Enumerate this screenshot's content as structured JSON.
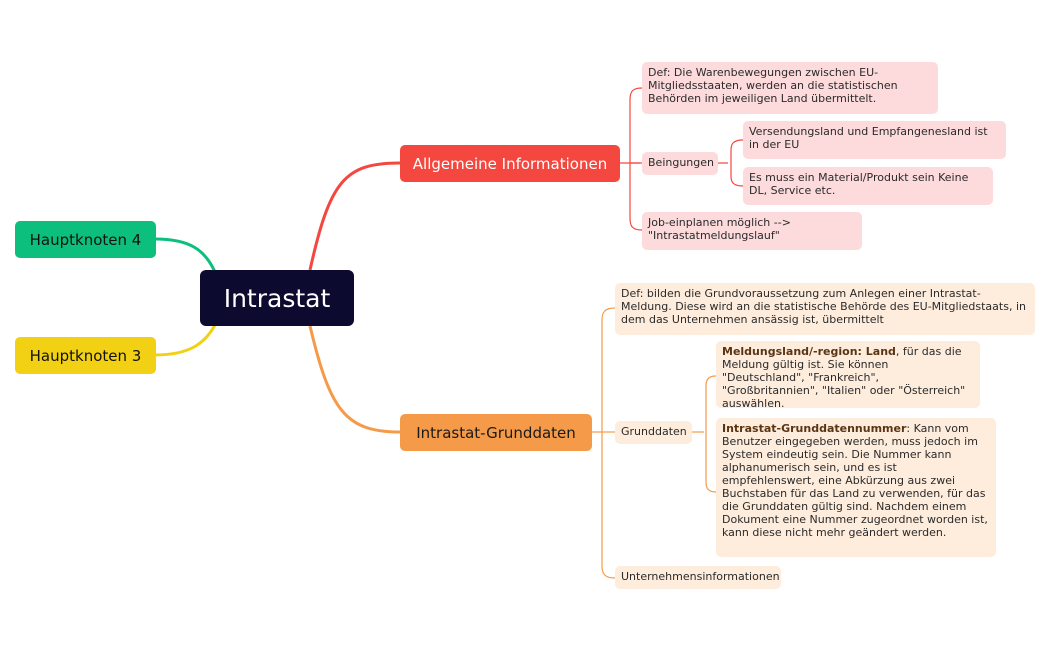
{
  "root": {
    "label": "Intrastat"
  },
  "left_nodes": [
    {
      "label": "Hauptknoten 4",
      "color": "#0dbf7c"
    },
    {
      "label": "Hauptknoten 3",
      "color": "#f2d115"
    }
  ],
  "branch_allgemein": {
    "label": "Allgemeine Informationen",
    "color": "#f4473f",
    "def": "Def: Die Warenbewegungen zwischen EU-Mitgliedsstaaten, werden an die statistischen Behörden im jeweiligen Land übermittelt.",
    "beingungen": {
      "label": "Beingungen",
      "items": [
        "Versendungsland und Empfangenesland ist in der EU",
        "Es muss ein Material/Produkt sein Keine DL, Service etc."
      ]
    },
    "job": "Job-einplanen möglich --> \"Intrastatmeldungslauf\""
  },
  "branch_grunddaten": {
    "label": "Intrastat-Grunddaten",
    "color": "#f59a48",
    "def": "Def: bilden die Grundvoraussetzung zum Anlegen einer Intrastat-Meldung. Diese wird an die statistische Behörde des EU-Mitgliedstaats, in dem das Unternehmen ansässig ist, übermittelt",
    "grunddaten": {
      "label": "Grunddaten",
      "meldungsland_bold": "Meldungsland/-region: Land",
      "meldungsland_rest": ", für das die Meldung gültig ist. Sie können \"Deutschland\", \"Frankreich\", \"Großbritannien\", \"Italien\" oder \"Österreich\" auswählen.",
      "nummer_bold": "Intrastat-Grunddatennummer",
      "nummer_rest": ": Kann vom Benutzer eingegeben werden, muss jedoch im System eindeutig sein. Die Nummer kann alphanumerisch sein, und es ist empfehlenswert, eine Abkürzung aus zwei Buchstaben für das Land zu verwenden, für das die Grunddaten gültig sind. Nachdem einem Dokument eine Nummer zugeordnet worden ist, kann diese nicht mehr geändert werden."
    },
    "unternehmen": "Unternehmensinformationen"
  }
}
